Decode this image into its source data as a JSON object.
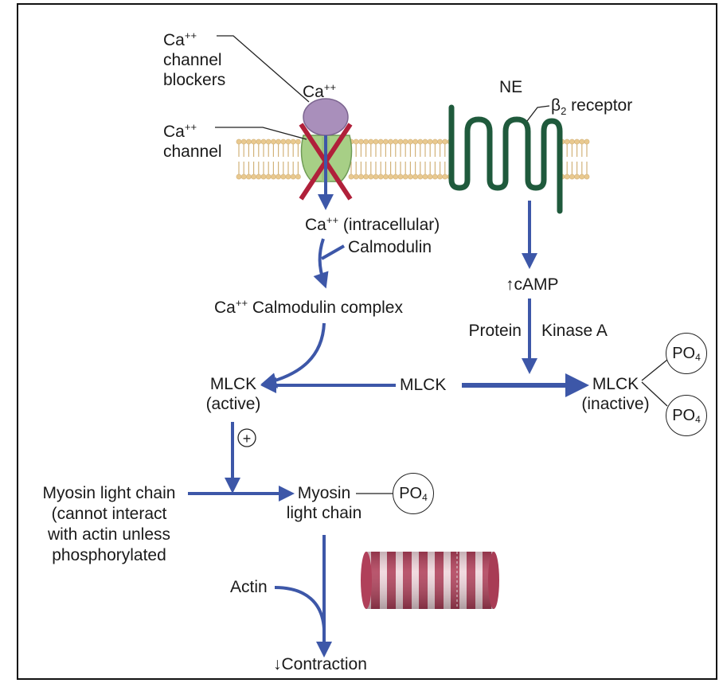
{
  "calcium": {
    "base": "Ca",
    "charge": "++"
  },
  "labels": {
    "channel_blockers": {
      "line1_suffix": "",
      "line2": "channel",
      "line3": "blockers"
    },
    "channel": {
      "line2": "channel"
    },
    "ca_top": "",
    "ne": "NE",
    "beta2_receptor": {
      "symbol": "β",
      "sub": "2",
      "text": "receptor"
    },
    "ca_intracellular": "(intracellular)",
    "calmodulin": "Calmodulin",
    "complex": "Calmodulin complex",
    "camp": "cAMP",
    "camp_arrow": "↑",
    "protein": "Protein",
    "kinase_a": "Kinase A",
    "mlck_active": {
      "line1": "MLCK",
      "line2": "(active)"
    },
    "mlck_center": "MLCK",
    "mlck_inactive": {
      "line1": "MLCK",
      "line2": "(inactive)"
    },
    "plus_sign": "+",
    "myosin_light_chain_left": [
      "Myosin light chain",
      "(cannot interact",
      "with actin unless",
      "phosphorylated"
    ],
    "myosin_right": {
      "line1": "Myosin",
      "line2": "light chain"
    },
    "actin": "Actin",
    "contraction_arrow": "↓",
    "contraction": "Contraction"
  },
  "phosphate": {
    "base": "PO",
    "sub": "4"
  },
  "colors": {
    "arrow_blue": "#3d57a8",
    "membrane_head": "#e9c98f",
    "membrane_tail": "#d2b27a",
    "channel_green": "#a7cf86",
    "blocker_purple": "#a98fbb",
    "cross_red": "#b0203a",
    "receptor_green": "#1f5a3c",
    "muscle_red": "#b0405a",
    "muscle_pink": "#f0d6dc"
  }
}
